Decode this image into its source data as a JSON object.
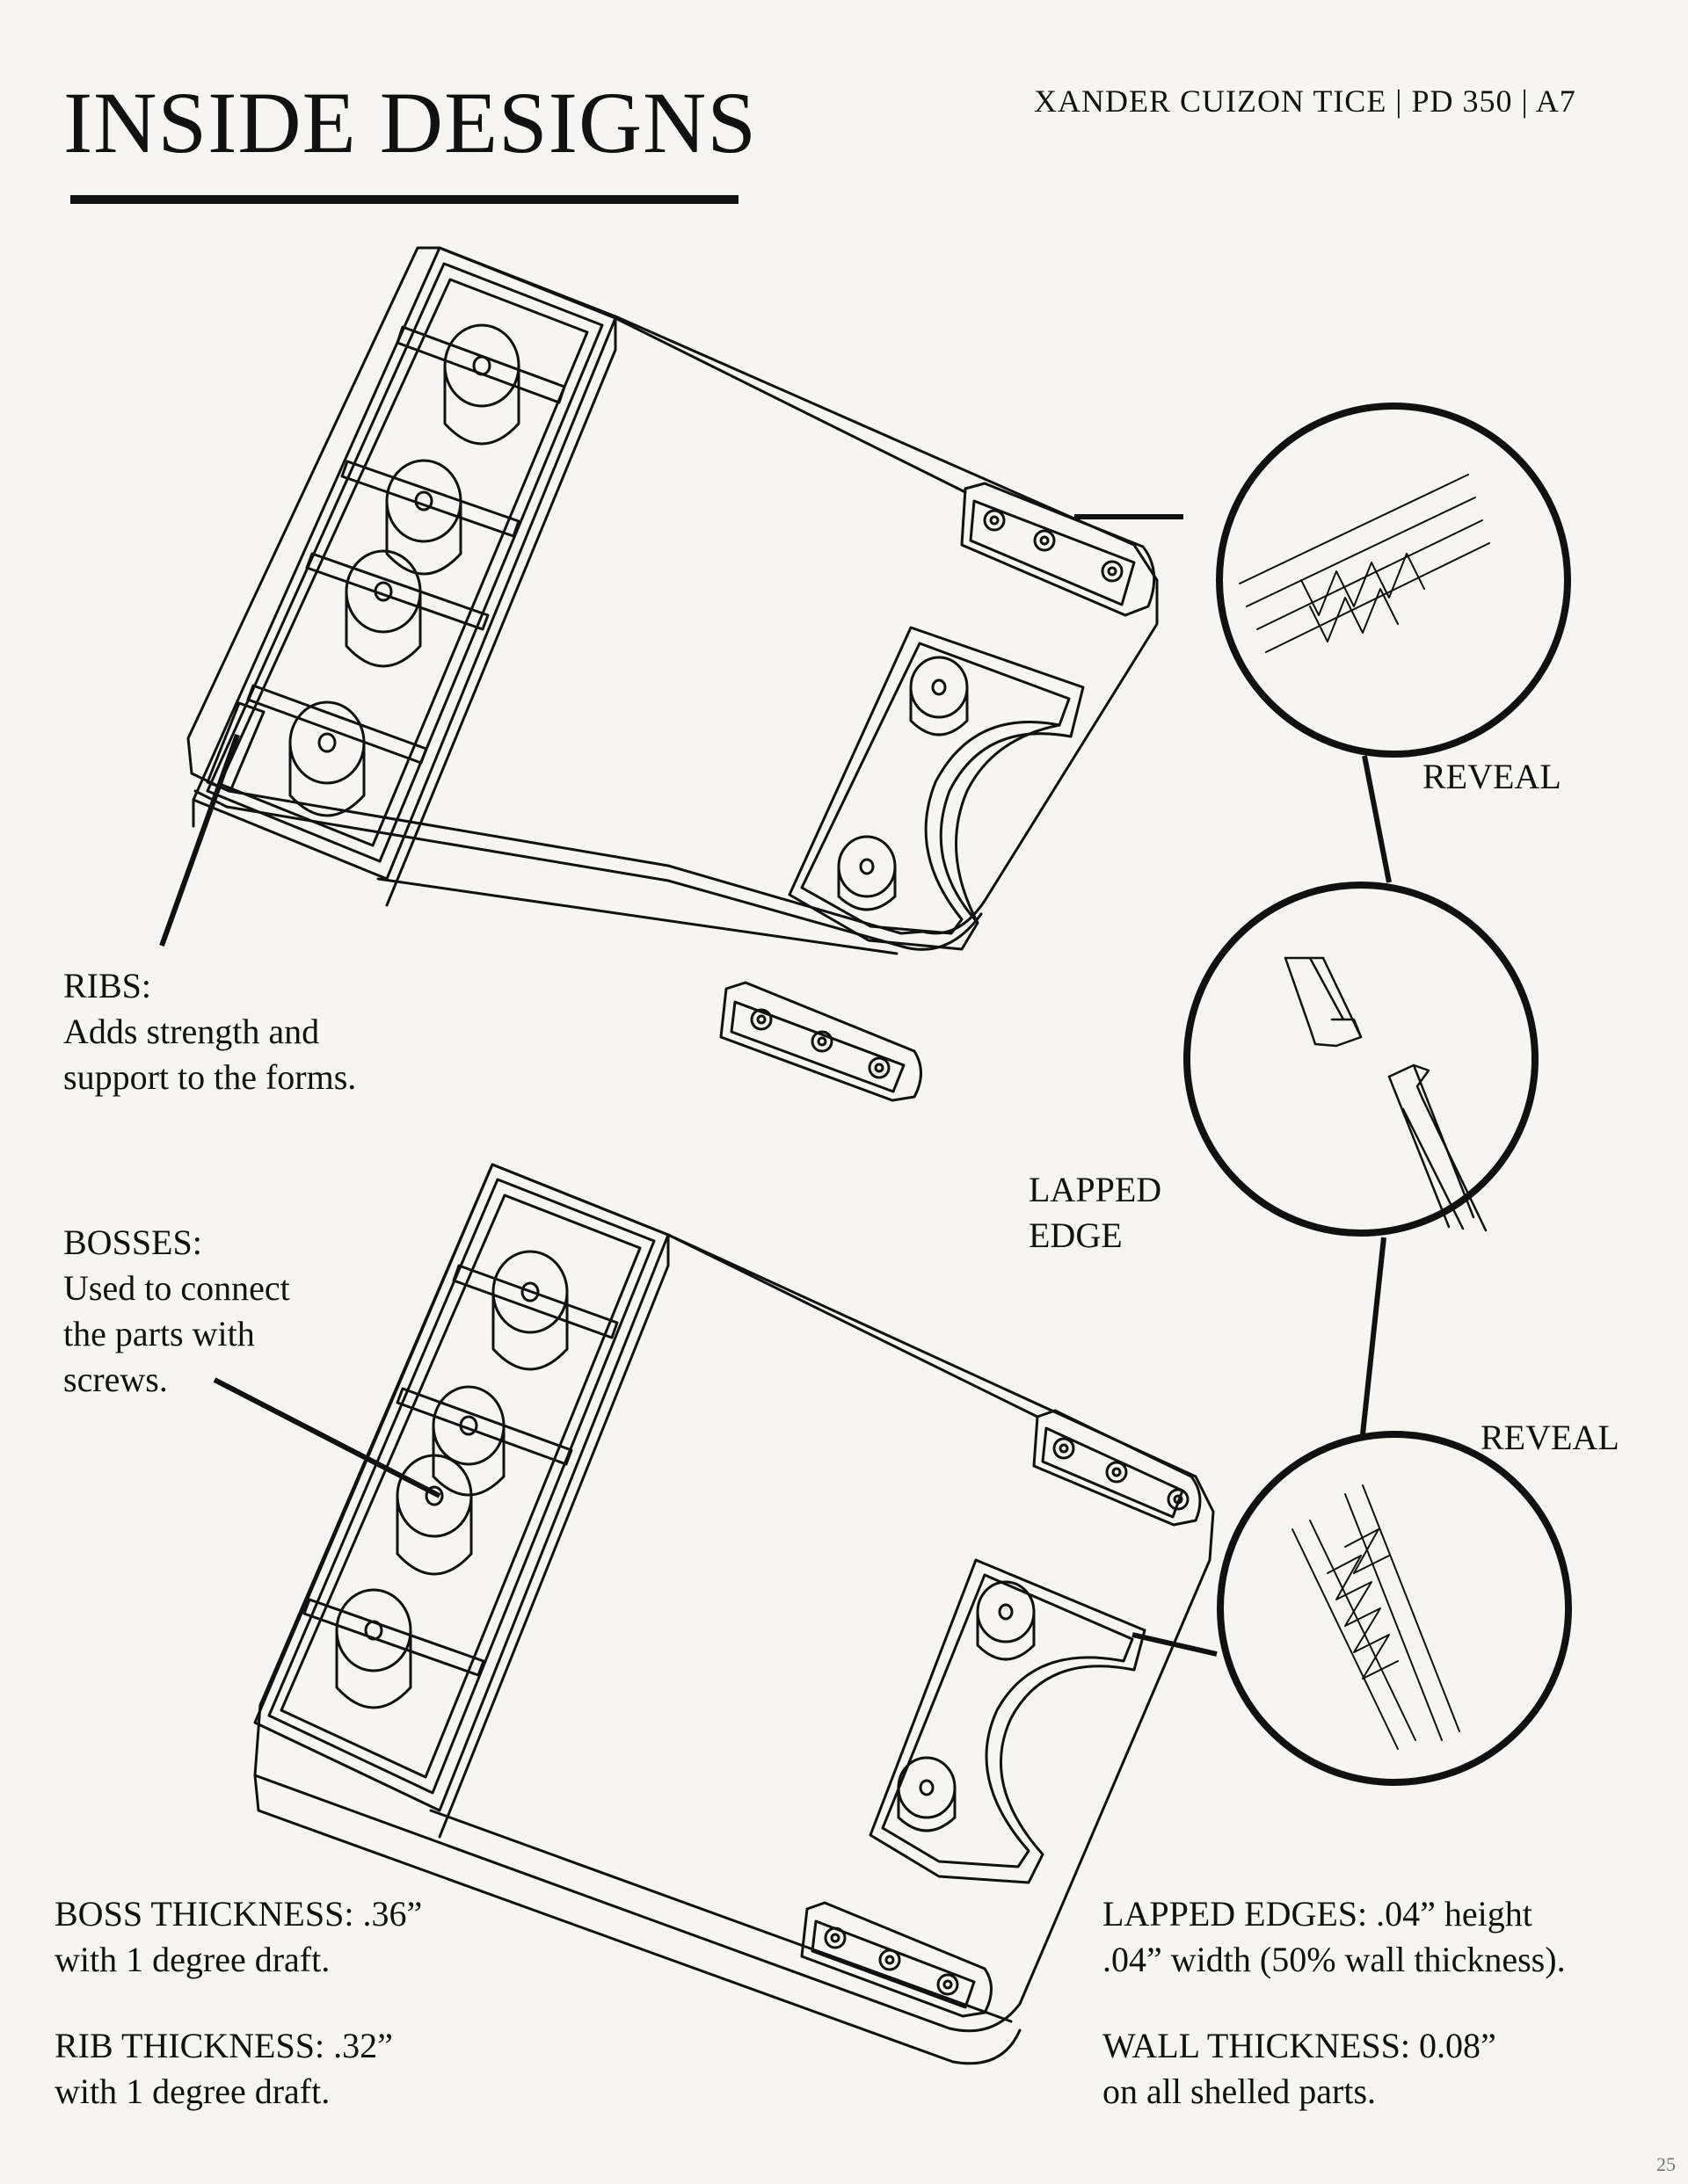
{
  "header": {
    "title": "INSIDE DESIGNS",
    "credit": "XANDER CUIZON TICE | PD 350 | A7"
  },
  "callouts": {
    "ribs_heading": "RIBS:",
    "ribs_line1": "Adds strength and",
    "ribs_line2": "support to the forms.",
    "bosses_heading": "BOSSES:",
    "bosses_line1": "Used to connect",
    "bosses_line2": "the parts with",
    "bosses_line3": "screws."
  },
  "detail_labels": {
    "reveal_top": "REVEAL",
    "lapped_line1": "LAPPED",
    "lapped_line2": "EDGE",
    "reveal_bottom": "REVEAL"
  },
  "specs": {
    "boss_line1": "BOSS THICKNESS: .36”",
    "boss_line2": "with 1 degree draft.",
    "rib_line1": "RIB THICKNESS: .32”",
    "rib_line2": "with 1 degree draft.",
    "lapped_line1": "LAPPED EDGES: .04” height",
    "lapped_line2": ".04” width (50% wall thickness).",
    "wall_line1": "WALL THICKNESS: 0.08”",
    "wall_line2": "on all shelled parts."
  }
}
